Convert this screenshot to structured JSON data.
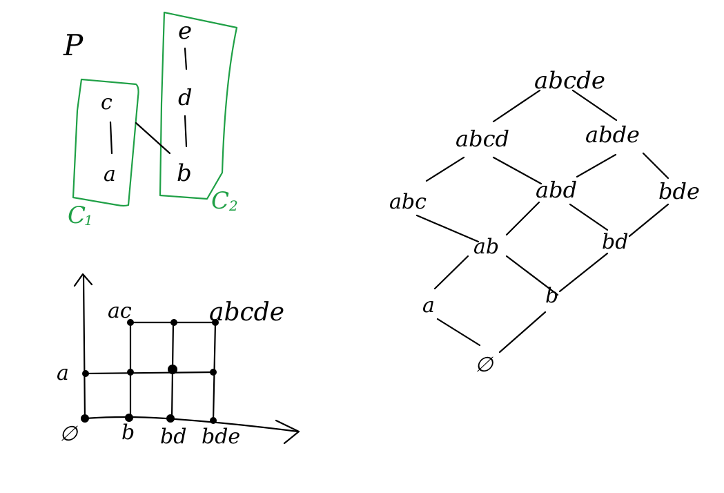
{
  "poset": {
    "label": "P",
    "chain1": {
      "name": "C",
      "subscript": "1",
      "elements": [
        "c",
        "a"
      ]
    },
    "chain2": {
      "name": "C",
      "subscript": "2",
      "elements": [
        "e",
        "d",
        "b"
      ]
    }
  },
  "grid": {
    "row_labels": [
      "a",
      "∅"
    ],
    "top_labels": [
      "ac",
      "abcde"
    ],
    "bottom_labels": [
      "∅",
      "b",
      "bd",
      "bde"
    ]
  },
  "lattice": {
    "nodes": {
      "top": "abcde",
      "l1a": "abcd",
      "l1b": "abde",
      "l2a": "abc",
      "l2b": "abd",
      "l2c": "bde",
      "l3a": "ab",
      "l3b": "bd",
      "l4a": "a",
      "l4b": "b",
      "bottom": "∅"
    }
  },
  "colors": {
    "ink": "#000000",
    "chain": "#1fa046"
  }
}
